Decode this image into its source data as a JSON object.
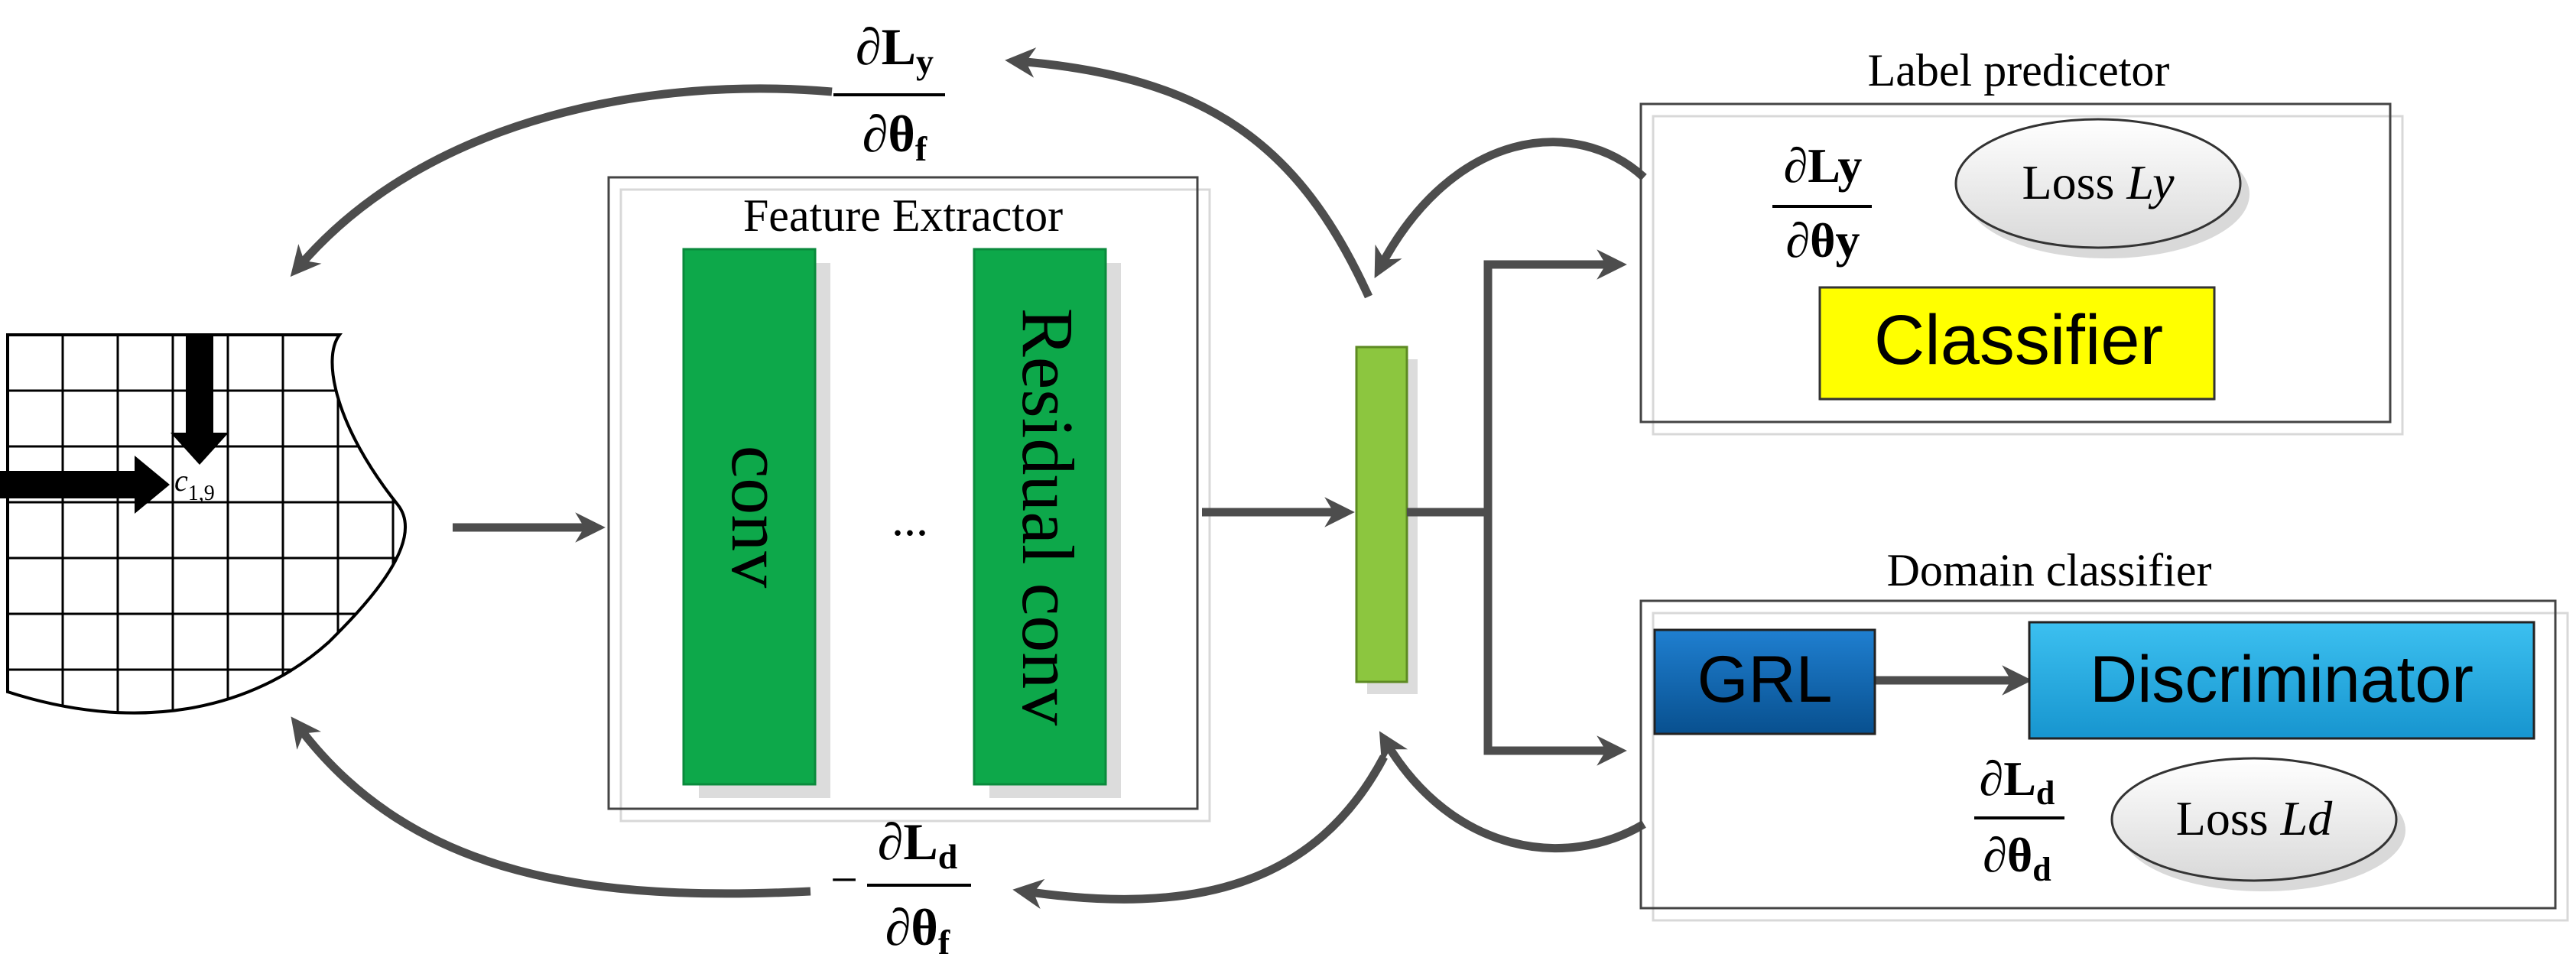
{
  "feature_extractor": {
    "title": "Feature Extractor",
    "block1": "conv",
    "ellipsis": "...",
    "block2": "Residual conv"
  },
  "grid_label": {
    "main": "c",
    "sub": "1,9"
  },
  "label_predictor": {
    "title": "Label predicetor",
    "loss": {
      "prefix": "Loss ",
      "var": "Ly"
    },
    "classifier": "Classifier",
    "gradient": {
      "num": "∂Ly",
      "den": "∂θy"
    }
  },
  "domain_classifier": {
    "title": "Domain classifier",
    "grl": "GRL",
    "discriminator": "Discriminator",
    "loss": {
      "prefix": "Loss ",
      "var": "Ld"
    },
    "gradient": {
      "num_base": "∂L",
      "num_sub": "d",
      "den_base": "∂θ",
      "den_sub": "d"
    }
  },
  "gradient_top": {
    "num_base": "∂L",
    "num_sub": "y",
    "den_base": "∂θ",
    "den_sub": "f"
  },
  "gradient_bottom": {
    "sign": "−",
    "num_base": "∂L",
    "num_sub": "d",
    "den_base": "∂θ",
    "den_sub": "f"
  },
  "colors": {
    "arrow": "#4d4d4d",
    "conv_green": "#0da84a",
    "feature_green": "#8cc63f",
    "classifier_yellow": "#ffff00",
    "grl_blue": "#0a63b0",
    "discriminator_cyan": "#1ea6df"
  }
}
